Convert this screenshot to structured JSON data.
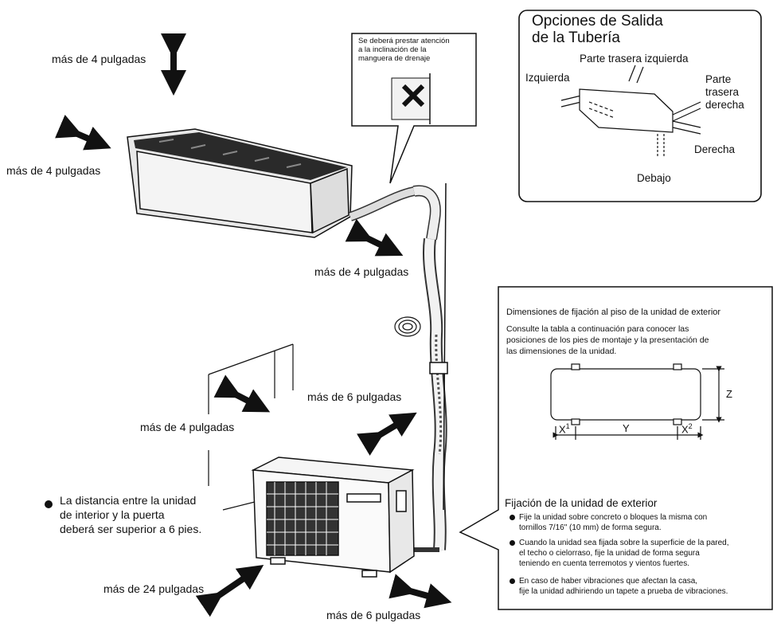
{
  "clearance_labels": [
    "más de 4 pulgadas",
    "más de 4 pulgadas",
    "más de 4 pulgadas",
    "más de 6 pulgadas",
    "más de 4 pulgadas",
    "más de 24 pulgadas",
    "más de 6 pulgadas"
  ],
  "drain_callout": [
    "Se deberá prestar atención",
    "a la inclinación de la",
    "manguera de drenaje"
  ],
  "pipe_options": {
    "title_line1": "Opciones de Salida",
    "title_line2": "de la Tubería",
    "rear_left": "Parte trasera izquierda",
    "left": "Izquierda",
    "rear_right_1": "Parte",
    "rear_right_2": "trasera",
    "rear_right_3": "derecha",
    "right": "Derecha",
    "below": "Debajo"
  },
  "floor_fix": {
    "title": "Dimensiones de fijación al piso de la unidad de exterior",
    "desc": [
      "Consulte la tabla a continuación para conocer las",
      "posiciones de los pies de montaje y la presentación de",
      "las dimensiones de la unidad."
    ],
    "x1": "X",
    "x1_sup": "1",
    "y": "Y",
    "z": "Z",
    "x2": "X",
    "x2_sup": "2",
    "fix_title": "Fijación de la unidad de exterior",
    "bullets": [
      [
        "Fije la unidad sobre concreto o bloques la misma con",
        "tornillos 7/16\" (10 mm) de forma segura."
      ],
      [
        "Cuando la unidad sea fijada sobre la superficie de la pared,",
        "el techo o cielorraso, fije la unidad de forma segura",
        "teniendo en cuenta terremotos y vientos fuertes."
      ],
      [
        "En caso de haber vibraciones que afectan la casa,",
        "fije la unidad adhiriendo un tapete a prueba de vibraciones."
      ]
    ]
  },
  "door_note": [
    "La distancia entre la unidad",
    "de interior y la puerta",
    "deberá ser superior a 6 pies."
  ]
}
